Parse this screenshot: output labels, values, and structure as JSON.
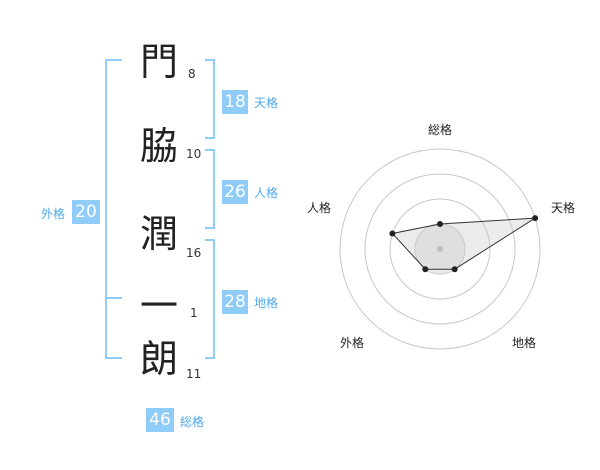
{
  "name": {
    "chars": [
      {
        "char": "門",
        "strokes": "8"
      },
      {
        "char": "脇",
        "strokes": "10"
      },
      {
        "char": "潤",
        "strokes": "16"
      },
      {
        "char": "一",
        "strokes": "1"
      },
      {
        "char": "朗",
        "strokes": "11"
      }
    ]
  },
  "kakusu": {
    "ten": {
      "value": "18",
      "label": "天格"
    },
    "jin": {
      "value": "26",
      "label": "人格"
    },
    "chi": {
      "value": "28",
      "label": "地格"
    },
    "gai": {
      "value": "20",
      "label": "外格"
    },
    "sou": {
      "value": "46",
      "label": "総格"
    }
  },
  "chart_data": {
    "type": "radar",
    "axes": [
      "総格",
      "天格",
      "地格",
      "外格",
      "人格"
    ],
    "values": [
      1,
      4,
      1,
      1,
      2
    ],
    "max": 5,
    "rings": 4
  },
  "colors": {
    "accent": "#8fccf7",
    "accent_text": "#4fa9ea",
    "bracket": "#8fccf7"
  }
}
